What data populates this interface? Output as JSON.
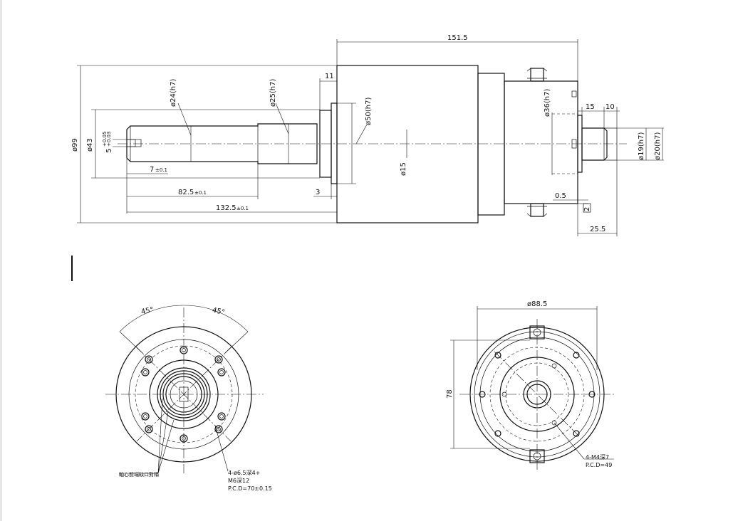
{
  "side_view": {
    "total_length": "151.5",
    "d_flange_offset": "11",
    "d99": "ø99",
    "d43": "ø43",
    "key_width": "5",
    "key_tol_upper": "+0.05",
    "key_tol_lower": "+0.03",
    "d24": "ø24(h7)",
    "d25": "ø25(h7)",
    "d50": "ø50(h7)",
    "d15": "ø15",
    "d36": "ø36(h7)",
    "d19": "ø19(h7)",
    "d20": "ø20(h7)",
    "key_len": "7",
    "key_len_tol": "±0.1",
    "shaft_82": "82.5",
    "shaft_82_tol": "±0.1",
    "shaft_132": "132.5",
    "shaft_132_tol": "±0.1",
    "gap_3": "3",
    "dim_15": "15",
    "dim_10": "10",
    "dim_05": "0.5",
    "dim_2": "2",
    "dim_255": "25.5"
  },
  "front_view": {
    "angle_left": "45°",
    "angle_right": "45°",
    "note_cn": "軸心前端缺口對稱",
    "note_holes": "4-ø6.5深4+",
    "note_thread": "M6深12",
    "note_pcd": "P.C.D=70±0.15"
  },
  "rear_view": {
    "d885": "ø88.5",
    "dim_78": "78",
    "note_holes": "4-M4深7",
    "note_pcd": "P.C.D=49"
  }
}
